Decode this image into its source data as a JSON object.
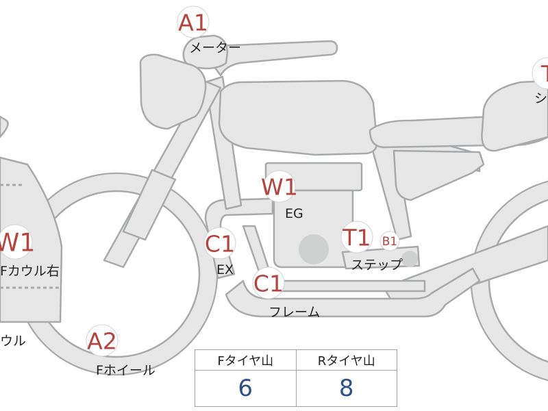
{
  "markers": [
    {
      "id": "meter",
      "code": "A1",
      "label": "メーター"
    },
    {
      "id": "engine",
      "code": "W1",
      "label": "EG"
    },
    {
      "id": "exhaust",
      "code": "C1",
      "label": "EX"
    },
    {
      "id": "step",
      "code": "T1",
      "label": "ステップ",
      "extra_code": "B1"
    },
    {
      "id": "frame",
      "code": "C1",
      "label": "フレーム"
    },
    {
      "id": "front-cowl-right",
      "code": "W1",
      "label": "Fカウル右"
    },
    {
      "id": "cowl",
      "code": "",
      "label": "ウル"
    },
    {
      "id": "front-wheel",
      "code": "A2",
      "label": "Fホイール"
    },
    {
      "id": "seat",
      "code": "T",
      "label": "シ"
    }
  ],
  "tread_table": {
    "headers": [
      "Fタイヤ山",
      "Rタイヤ山"
    ],
    "values": [
      "6",
      "8"
    ]
  }
}
